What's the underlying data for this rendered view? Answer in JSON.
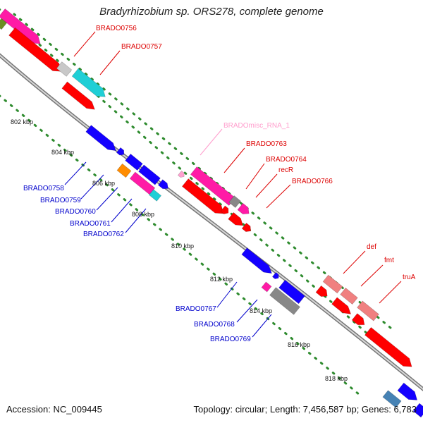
{
  "title": "Bradyrhizobium sp. ORS278, complete genome",
  "footer": {
    "accession": "Accession: NC_009445",
    "summary": "Topology: circular; Length: 7,456,587 bp; Genes: 6,783"
  },
  "colors": {
    "backbone": "#8c8c8c",
    "tick_dots": "#2e8b2e",
    "red": "#ff0000",
    "magenta": "#ff1aa6",
    "cyan": "#1fcfd6",
    "blue": "#1400ff",
    "orange": "#ff8c00",
    "gray": "#888888",
    "lightgray": "#c8c8c8",
    "salmon": "#f08080",
    "pink": "#ffa0d0",
    "steelblue": "#4682b4",
    "label_red": "#dd0000",
    "label_blue": "#0000cc",
    "label_pink": "#ff9ccc"
  },
  "kbp_ticks": [
    "802 kbp",
    "804 kbp",
    "806 kbp",
    "808 kbp",
    "810 kbp",
    "812 kbp",
    "814 kbp",
    "816 kbp",
    "818 kbp"
  ],
  "gene_labels": {
    "top": [
      "BRADO0756",
      "BRADO0757",
      "BRADOmisc_RNA_1",
      "BRADO0763",
      "BRADO0764",
      "recR",
      "BRADO0766",
      "def",
      "fmt",
      "truA"
    ],
    "bottom": [
      "BRADO0758",
      "BRADO0759",
      "BRADO0760",
      "BRADO0761",
      "BRADO0762",
      "BRADO0767",
      "BRADO0768",
      "BRADO0769"
    ]
  }
}
